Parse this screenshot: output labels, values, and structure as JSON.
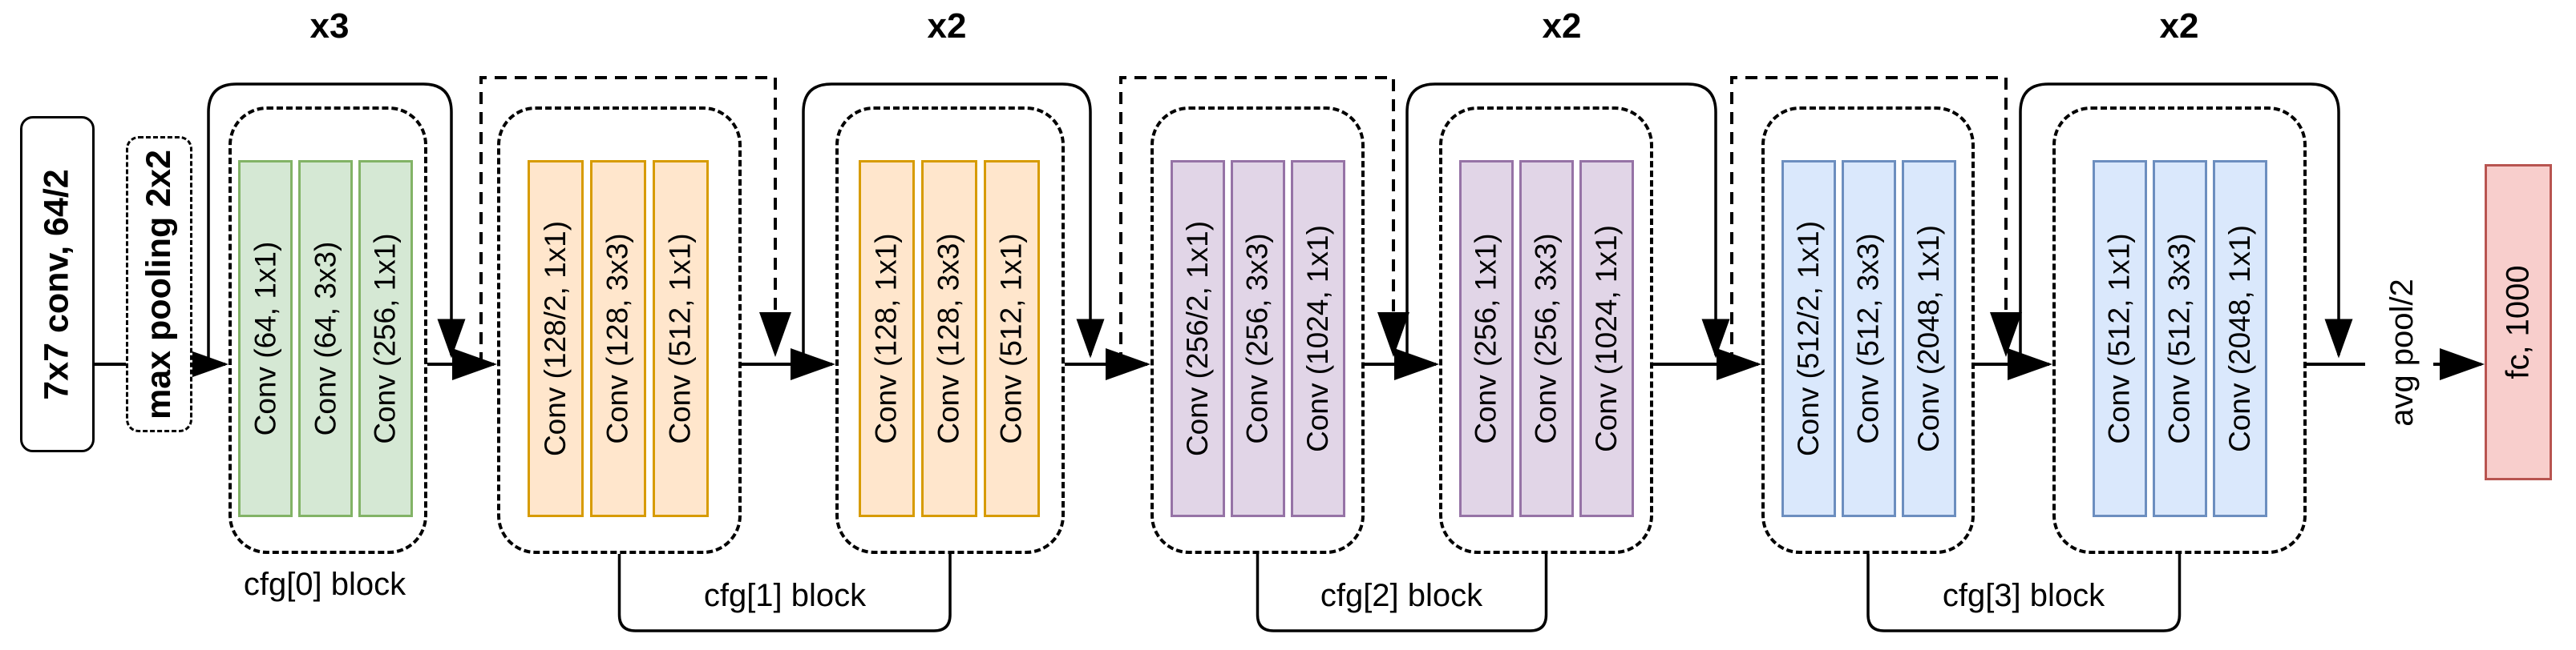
{
  "stem": {
    "conv": "7x7 conv, 64/2",
    "pool": "max pooling 2x2"
  },
  "stages": [
    {
      "repeat_label": "x3",
      "cfg_label": "cfg[0] block",
      "fill": "#d5e8d4",
      "stroke": "#82b366",
      "blocks": [
        {
          "convs": [
            "Conv (64, 1x1)",
            "Conv (64, 3x3)",
            "Conv (256, 1x1)"
          ]
        }
      ]
    },
    {
      "repeat_label": "x2",
      "cfg_label": "cfg[1] block",
      "fill": "#ffe6cc",
      "stroke": "#d79b00",
      "blocks": [
        {
          "convs": [
            "Conv (128/2, 1x1)",
            "Conv (128, 3x3)",
            "Conv (512, 1x1)"
          ]
        },
        {
          "convs": [
            "Conv (128, 1x1)",
            "Conv (128, 3x3)",
            "Conv (512, 1x1)"
          ]
        }
      ]
    },
    {
      "repeat_label": "x2",
      "cfg_label": "cfg[2] block",
      "fill": "#e1d5e7",
      "stroke": "#9673a6",
      "blocks": [
        {
          "convs": [
            "Conv (256/2, 1x1)",
            "Conv (256, 3x3)",
            "Conv (1024, 1x1)"
          ]
        },
        {
          "convs": [
            "Conv (256, 1x1)",
            "Conv (256, 3x3)",
            "Conv (1024, 1x1)"
          ]
        }
      ]
    },
    {
      "repeat_label": "x2",
      "cfg_label": "cfg[3] block",
      "fill": "#dae8fc",
      "stroke": "#6c8ebf",
      "blocks": [
        {
          "convs": [
            "Conv (512/2, 1x1)",
            "Conv (512, 3x3)",
            "Conv (2048, 1x1)"
          ]
        },
        {
          "convs": [
            "Conv (512, 1x1)",
            "Conv (512, 3x3)",
            "Conv (2048, 1x1)"
          ]
        }
      ]
    }
  ],
  "head": {
    "avgpool": "avg pool/2",
    "fc": "fc, 1000",
    "fc_fill": "#f8cecc",
    "fc_stroke": "#b85450"
  },
  "line_color": "#000000"
}
